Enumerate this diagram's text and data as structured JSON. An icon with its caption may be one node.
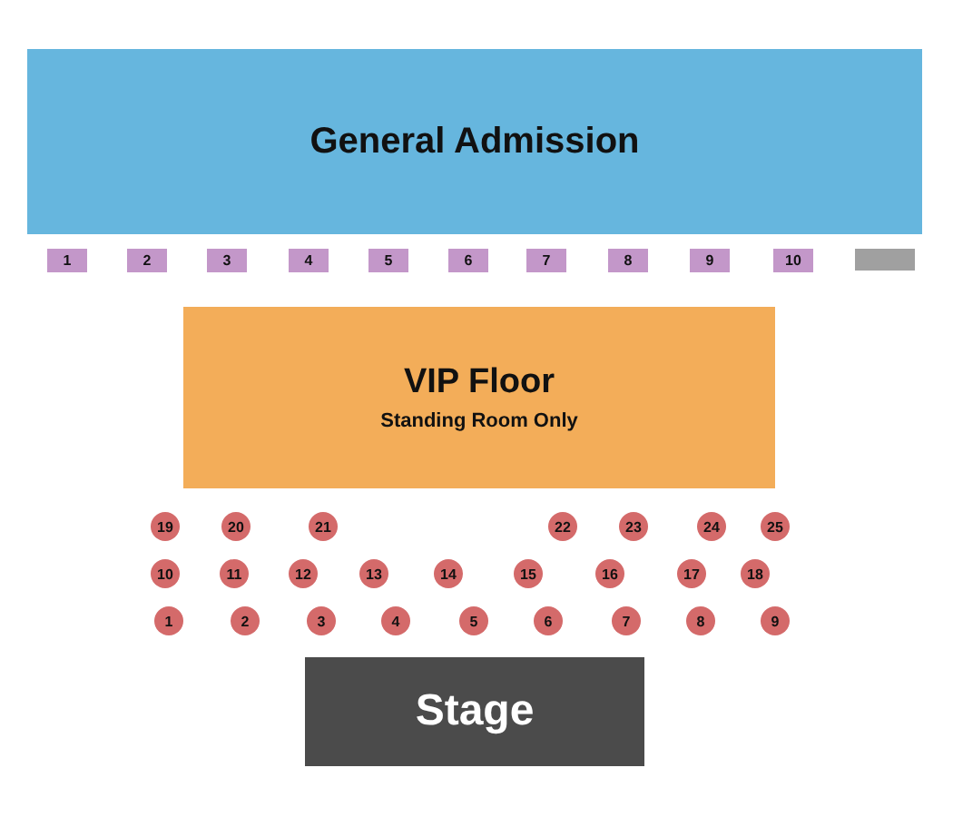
{
  "diagram": {
    "nodes": [
      {
        "text": [
          "General Admission"
        ]
      },
      {
        "text": [
          "1"
        ]
      },
      {
        "text": [
          "2"
        ]
      },
      {
        "text": [
          "3"
        ]
      },
      {
        "text": [
          "4"
        ]
      },
      {
        "text": [
          "5"
        ]
      },
      {
        "text": [
          "6"
        ]
      },
      {
        "text": [
          "7"
        ]
      },
      {
        "text": [
          "8"
        ]
      },
      {
        "text": [
          "9"
        ]
      },
      {
        "text": [
          "10"
        ]
      },
      {
        "text": [],
        "shape": "box"
      },
      {
        "text": [
          "VIP Floor",
          "Standing Room Only"
        ]
      },
      {
        "text": [
          "19"
        ]
      },
      {
        "text": [
          "20"
        ]
      },
      {
        "text": [
          "21"
        ]
      },
      {
        "text": [
          "22"
        ]
      },
      {
        "text": [
          "23"
        ]
      },
      {
        "text": [
          "24"
        ]
      },
      {
        "text": [
          "25"
        ]
      },
      {
        "text": [
          "10"
        ]
      },
      {
        "text": [
          "11"
        ]
      },
      {
        "text": [
          "12"
        ]
      },
      {
        "text": [
          "13"
        ]
      },
      {
        "text": [
          "14"
        ]
      },
      {
        "text": [
          "15"
        ]
      },
      {
        "text": [
          "16"
        ]
      },
      {
        "text": [
          "17"
        ]
      },
      {
        "text": [
          "18"
        ]
      },
      {
        "text": [
          "1"
        ]
      },
      {
        "text": [
          "2"
        ]
      },
      {
        "text": [
          "3"
        ]
      },
      {
        "text": [
          "4"
        ]
      },
      {
        "text": [
          "5"
        ]
      },
      {
        "text": [
          "6"
        ]
      },
      {
        "text": [
          "7"
        ]
      },
      {
        "text": [
          "8"
        ]
      },
      {
        "text": [
          "9"
        ]
      },
      {
        "text": [
          "Stage"
        ]
      }
    ],
    "edges": []
  }
}
